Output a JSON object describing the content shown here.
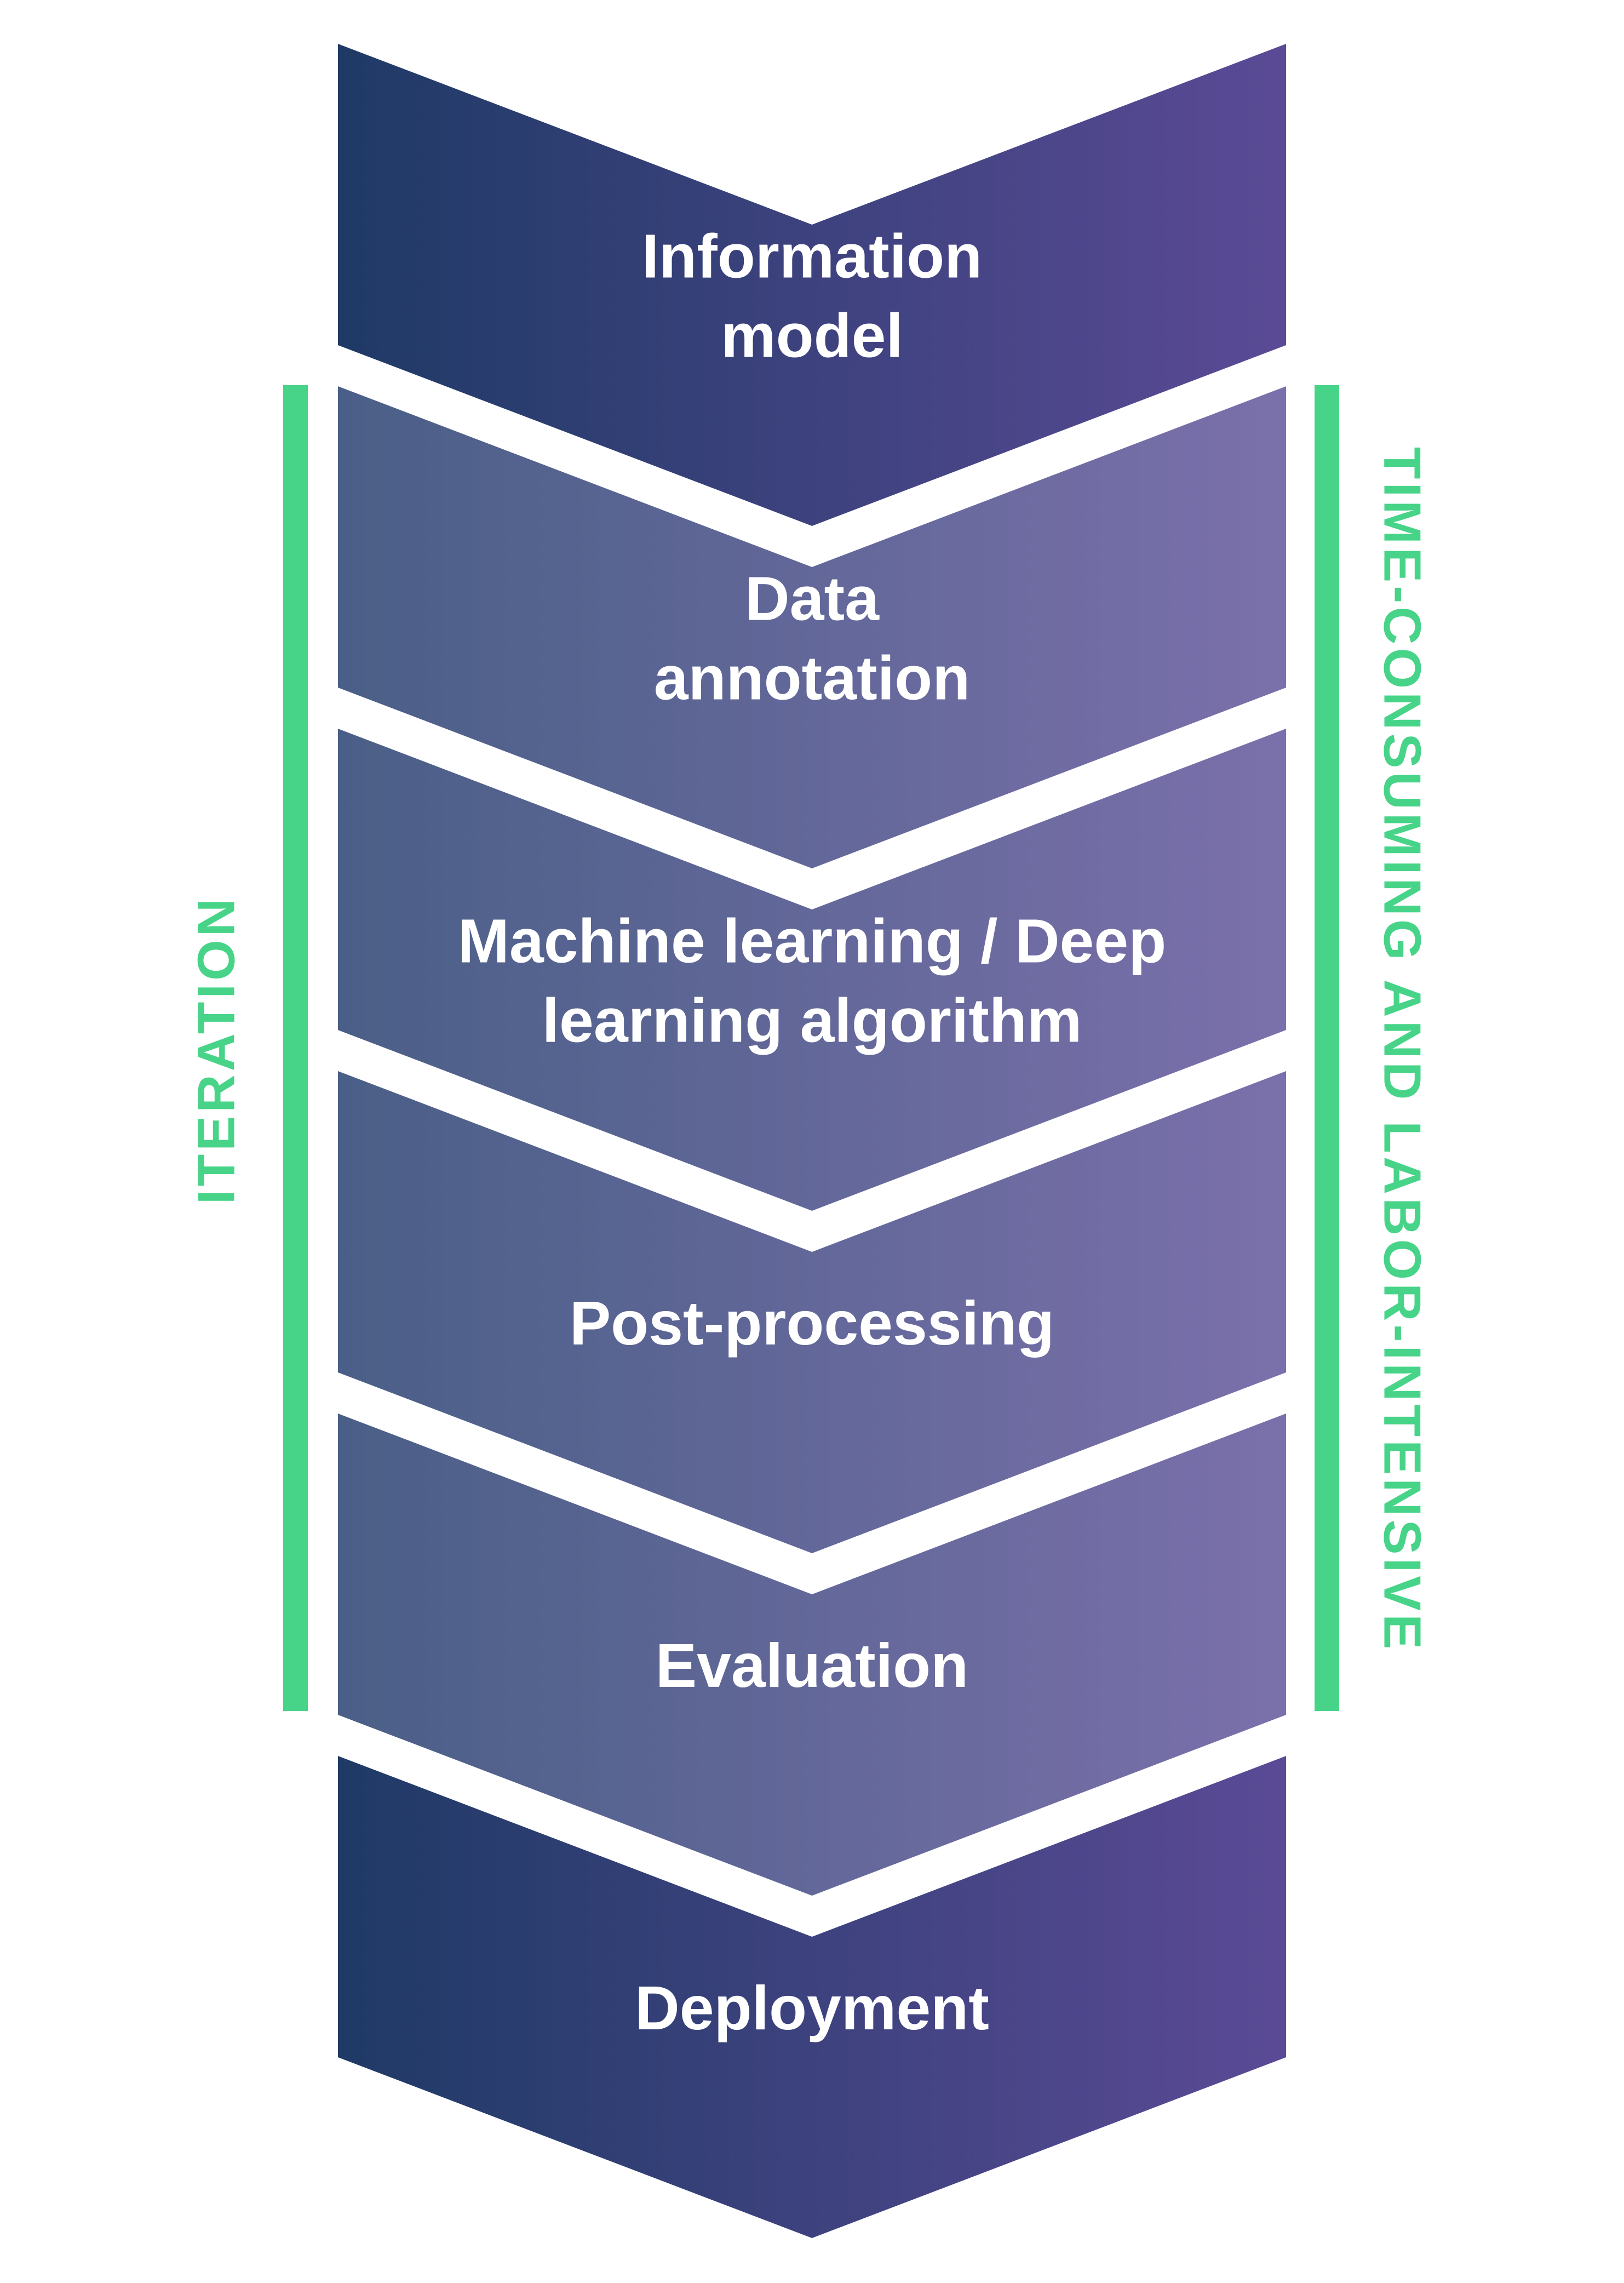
{
  "steps": [
    {
      "lines": [
        "Information",
        "model"
      ],
      "style": "dark"
    },
    {
      "lines": [
        "Data",
        "annotation"
      ],
      "style": "light"
    },
    {
      "lines": [
        "Machine learning / Deep",
        "learning algorithm"
      ],
      "style": "light"
    },
    {
      "lines": [
        "Post-processing"
      ],
      "style": "light"
    },
    {
      "lines": [
        "Evaluation"
      ],
      "style": "light"
    },
    {
      "lines": [
        "Deployment"
      ],
      "style": "dark"
    }
  ],
  "left_bracket": {
    "label": "ITERATION"
  },
  "right_bracket": {
    "label": "TIME-CONSUMING AND LABOR-INTENSIVE"
  },
  "colors": {
    "dark_start": "#1f3a66",
    "dark_end": "#5b4a96",
    "light_start": "#4a5f87",
    "light_end": "#7b70ab",
    "accent_green": "#47d488",
    "text": "#ffffff"
  }
}
